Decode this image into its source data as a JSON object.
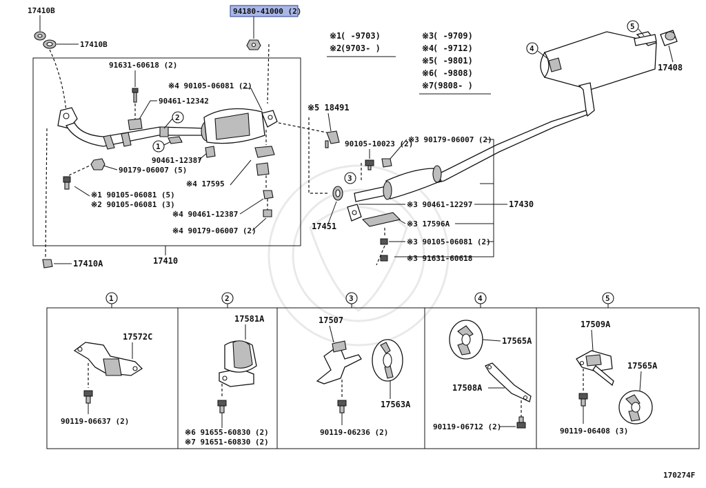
{
  "diagram_id": "170274F",
  "highlight": {
    "label": "94180-41000 (2)",
    "color": "#a9b7e8"
  },
  "notes_left": [
    {
      "mark": "※1",
      "range": "(     -9703)"
    },
    {
      "mark": "※2",
      "range": "(9703-     )"
    }
  ],
  "notes_right": [
    {
      "mark": "※3",
      "range": "(     -9709)"
    },
    {
      "mark": "※4",
      "range": "(     -9712)"
    },
    {
      "mark": "※5",
      "range": "(     -9801)"
    },
    {
      "mark": "※6",
      "range": "(     -9808)"
    },
    {
      "mark": "※7",
      "range": "(9808-     )"
    }
  ],
  "labels": {
    "l_17410b_top": "17410B",
    "l_17410b_mid": "17410B",
    "l_91631_60618": "91631-60618 (2)",
    "l_90461_12342": "90461-12342",
    "l_90105_06081_top": "※4 90105-06081 (2)",
    "l_90461_12387a": "90461-12387",
    "l_90179_06007_5": "90179-06007 (5)",
    "l_90105_06081_5": "※1 90105-06081 (5)",
    "l_90105_06081_3": "※2 90105-06081 (3)",
    "l_17595": "※4 17595",
    "l_90461_12387b": "※4 90461-12387",
    "l_90179_06007_2a": "※4 90179-06007 (2)",
    "l_17410": "17410",
    "l_17410a": "17410A",
    "l_18491": "※5 18491",
    "l_17451": "17451",
    "l_90105_10023": "90105-10023 (2)",
    "l_90179_06007_2b": "※3 90179-06007 (2)",
    "l_90461_12297": "※3 90461-12297",
    "l_17430": "17430",
    "l_17596a": "※3 17596A",
    "l_90105_06081_2b": "※3 90105-06081 (2)",
    "l_91631_60618_b": "※3 91631-60618",
    "l_17408": "17408",
    "c1": "1",
    "c2": "2",
    "c3": "3",
    "c4": "4",
    "c5": "5"
  },
  "panels": [
    {
      "num": "1",
      "parts": [
        "17572C",
        "90119-06637 (2)"
      ]
    },
    {
      "num": "2",
      "parts": [
        "17581A",
        "※6 91655-60830 (2)",
        "※7 91651-60830 (2)"
      ]
    },
    {
      "num": "3",
      "parts": [
        "17507",
        "17563A",
        "90119-06236 (2)"
      ]
    },
    {
      "num": "4",
      "parts": [
        "17565A",
        "17508A",
        "90119-06712 (2)"
      ]
    },
    {
      "num": "5",
      "parts": [
        "17509A",
        "17565A",
        "90119-06408 (3)"
      ]
    }
  ]
}
